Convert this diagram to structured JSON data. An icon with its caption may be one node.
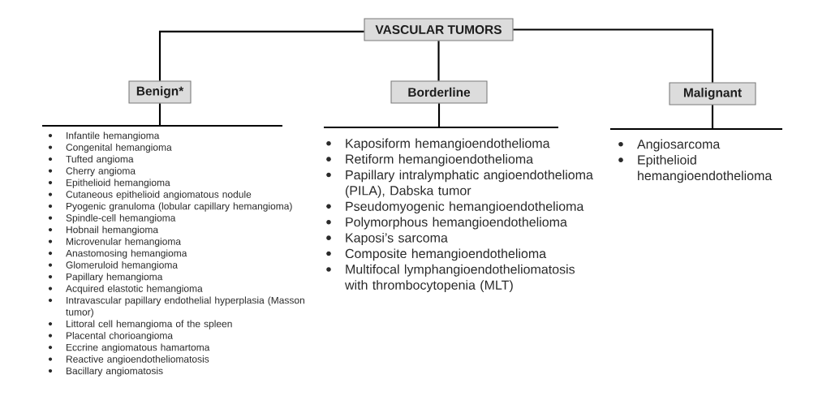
{
  "diagram": {
    "nodes": [
      {
        "text": [
          "VASCULAR TUMORS"
        ]
      },
      {
        "text": [
          "Benign*"
        ]
      },
      {
        "text": [
          "Borderline"
        ]
      },
      {
        "text": [
          "Malignant"
        ]
      },
      {
        "text": [
          "Infantile hemangioma",
          "Congenital hemangioma",
          "Tufted angioma",
          "Cherry angioma",
          "Epithelioid hemangioma",
          "Cutaneous epithelioid angiomatous nodule",
          "Pyogenic granuloma (lobular capillary hemangioma)",
          "Spindle-cell hemangioma",
          "Hobnail hemangioma",
          "Microvenular hemangioma",
          "Anastomosing hemangioma",
          "Glomeruloid hemangioma",
          "Papillary hemangioma",
          "Acquired elastotic hemangioma",
          "Intravascular papillary endothelial hyperplasia (Masson tumor)",
          "Littoral cell hemangioma of the spleen",
          "Placental chorioangioma",
          "Eccrine angiomatous hamartoma",
          "Reactive angioendotheliomatosis",
          "Bacillary angiomatosis"
        ]
      },
      {
        "text": [
          "Kaposiform hemangioendothelioma",
          "Retiform hemangioendothelioma",
          "Papillary intralymphatic angioendothelioma (PILA), Dabska tumor",
          "Pseudomyogenic hemangioendothelioma",
          "Polymorphous hemangioendothelioma",
          "Kaposi’s sarcoma",
          "Composite hemangioendothelioma",
          "Multifocal lymphangioendotheliomatosis with thrombocytopenia (MLT)"
        ]
      },
      {
        "text": [
          "Angiosarcoma",
          "Epithelioid hemangioendothelioma"
        ]
      }
    ],
    "edges": [
      {
        "from": 0,
        "to": 1,
        "arrow": "none"
      },
      {
        "from": 0,
        "to": 2,
        "arrow": "none"
      },
      {
        "from": 0,
        "to": 3,
        "arrow": "none"
      },
      {
        "from": 1,
        "to": 4,
        "arrow": "none"
      },
      {
        "from": 2,
        "to": 5,
        "arrow": "none"
      },
      {
        "from": 3,
        "to": 6,
        "arrow": "none"
      }
    ]
  }
}
